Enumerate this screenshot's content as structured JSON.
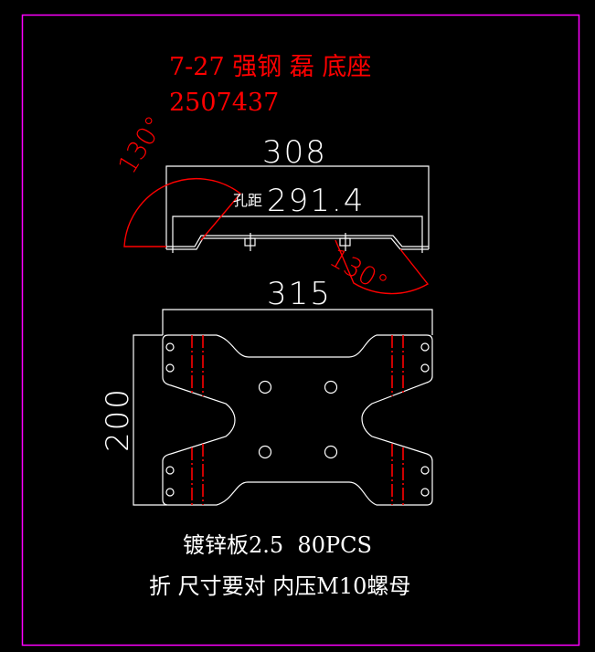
{
  "title": {
    "line1": "7-27 强钢 磊 底座",
    "line2": "2507437"
  },
  "side_view": {
    "overall_dim": "308",
    "hole_spacing_label": "孔距",
    "hole_spacing_value": "291.4",
    "bend_angle_left": "130°",
    "bend_angle_right": "130°"
  },
  "top_view": {
    "width_dim": "315",
    "height_dim": "200"
  },
  "notes": {
    "line1": "镀锌板2.5  80PCS",
    "line2": "折 尺寸要对 内压M10螺母"
  },
  "colors": {
    "background": "#000000",
    "border": "#ff00ff",
    "annotation": "#ff0000",
    "geometry": "#ffffff"
  }
}
